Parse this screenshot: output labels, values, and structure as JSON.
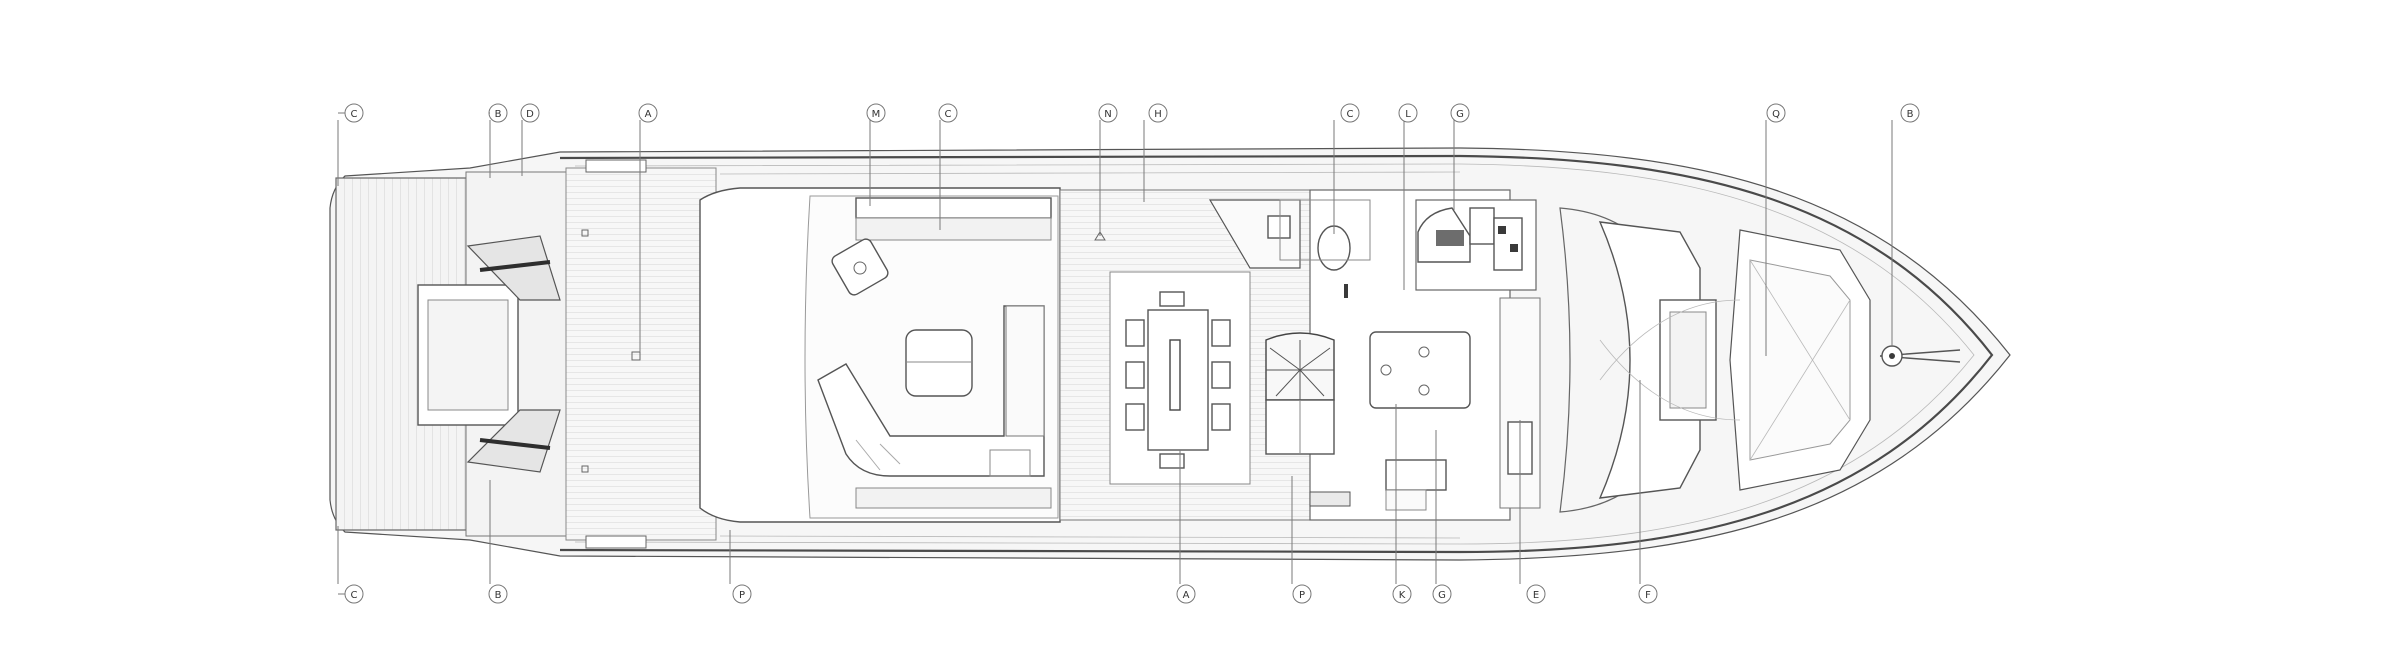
{
  "diagram": {
    "subject": "yacht-main-deck-plan",
    "callouts_top": [
      {
        "id": "t1",
        "label": "C"
      },
      {
        "id": "t2",
        "label": "B"
      },
      {
        "id": "t3",
        "label": "D"
      },
      {
        "id": "t4",
        "label": "A"
      },
      {
        "id": "t5",
        "label": "M"
      },
      {
        "id": "t6",
        "label": "C"
      },
      {
        "id": "t7",
        "label": "N"
      },
      {
        "id": "t8",
        "label": "H"
      },
      {
        "id": "t9",
        "label": "C"
      },
      {
        "id": "t10",
        "label": "L"
      },
      {
        "id": "t11",
        "label": "G"
      },
      {
        "id": "t12",
        "label": "Q"
      },
      {
        "id": "t13",
        "label": "B"
      }
    ],
    "callouts_bottom": [
      {
        "id": "b1",
        "label": "C"
      },
      {
        "id": "b2",
        "label": "B"
      },
      {
        "id": "b3",
        "label": "P"
      },
      {
        "id": "b4",
        "label": "A"
      },
      {
        "id": "b5",
        "label": "P"
      },
      {
        "id": "b6",
        "label": "K"
      },
      {
        "id": "b7",
        "label": "G"
      },
      {
        "id": "b8",
        "label": "E"
      },
      {
        "id": "b9",
        "label": "F"
      }
    ]
  }
}
